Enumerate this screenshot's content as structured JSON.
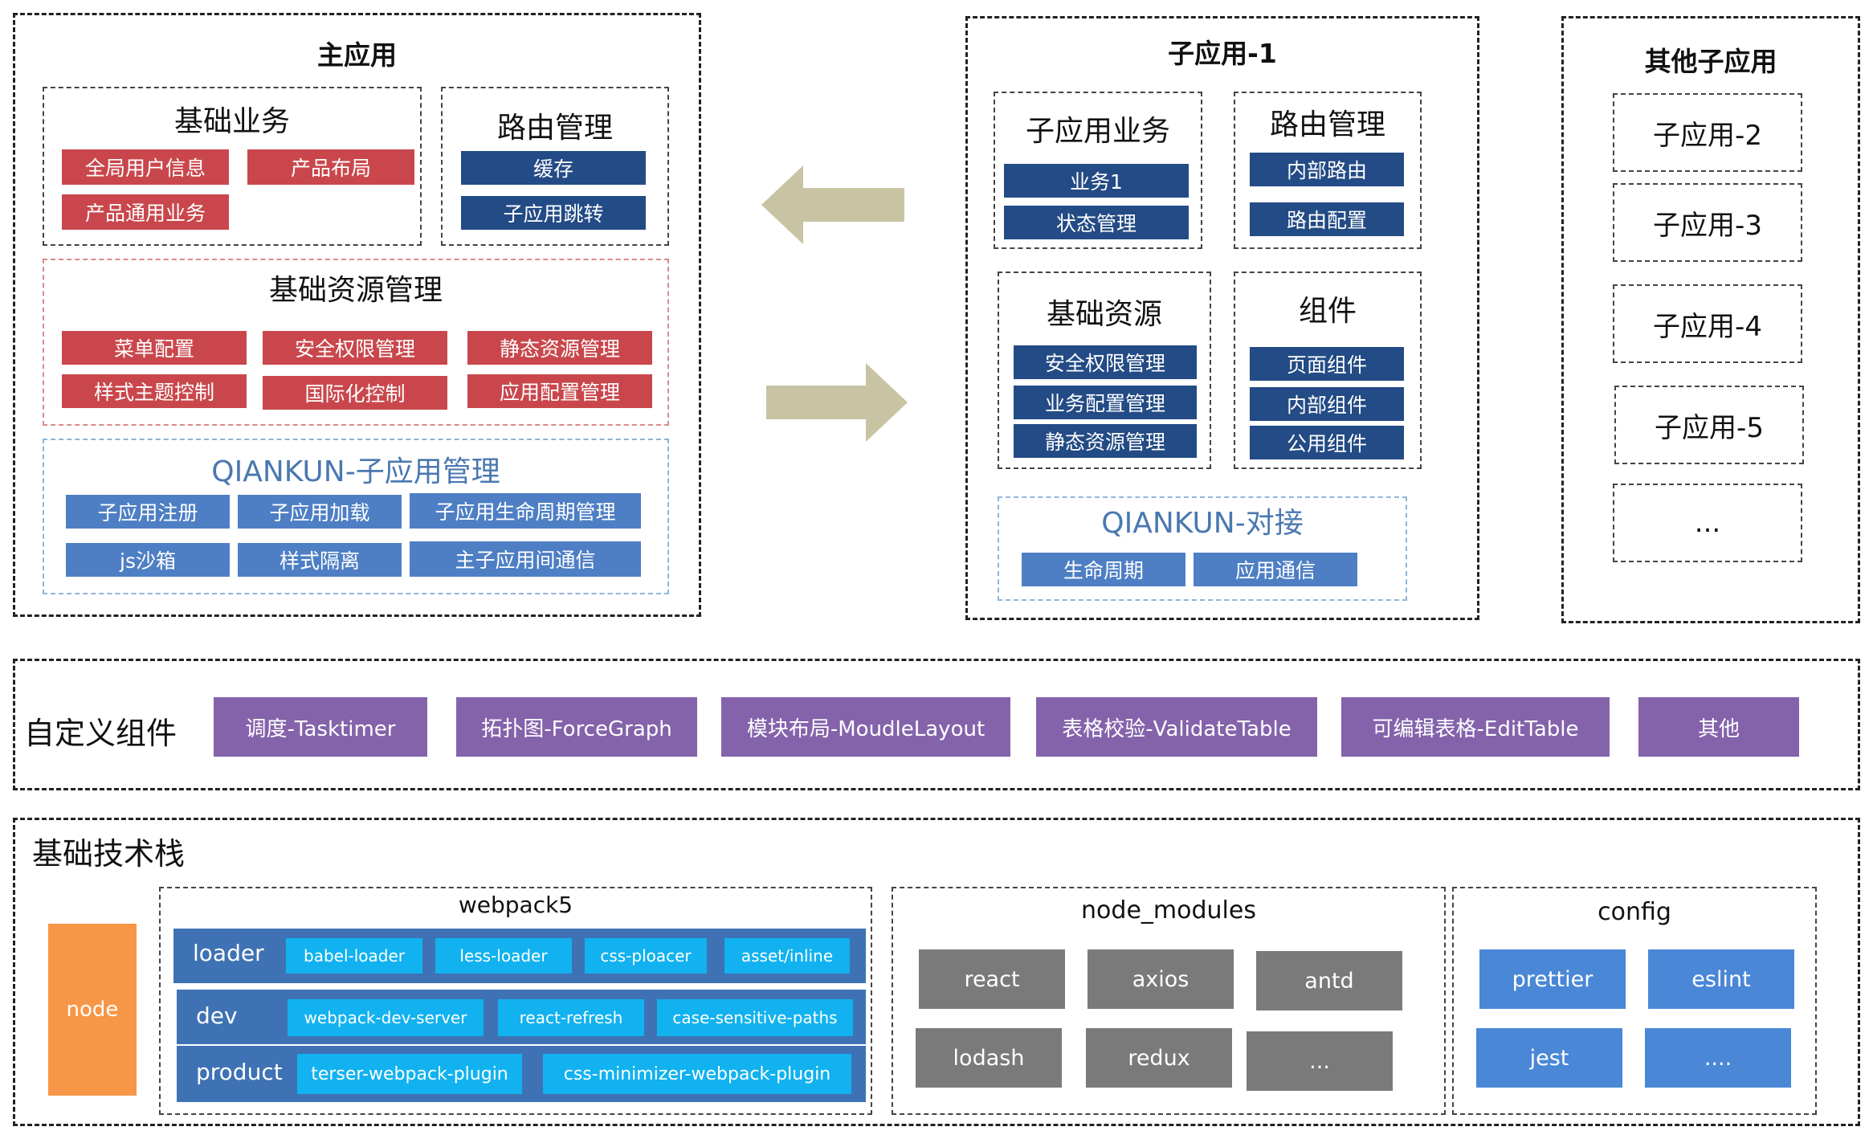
{
  "main_app": {
    "title": "主应用",
    "basic_business": {
      "title": "基础业务",
      "items": [
        "全局用户信息",
        "产品布局",
        "产品通用业务"
      ]
    },
    "routing": {
      "title": "路由管理",
      "items": [
        "缓存",
        "子应用跳转"
      ]
    },
    "resources": {
      "title": "基础资源管理",
      "items": [
        "菜单配置",
        "安全权限管理",
        "静态资源管理",
        "样式主题控制",
        "国际化控制",
        "应用配置管理"
      ]
    },
    "qiankun": {
      "title": "QIANKUN-子应用管理",
      "items": [
        "子应用注册",
        "子应用加载",
        "子应用生命周期管理",
        "js沙箱",
        "样式隔离",
        "主子应用间通信"
      ]
    }
  },
  "sub_app": {
    "title": "子应用-1",
    "business": {
      "title": "子应用业务",
      "items": [
        "业务1",
        "状态管理"
      ]
    },
    "routing": {
      "title": "路由管理",
      "items": [
        "内部路由",
        "路由配置"
      ]
    },
    "resources": {
      "title": "基础资源",
      "items": [
        "安全权限管理",
        "业务配置管理",
        "静态资源管理"
      ]
    },
    "components": {
      "title": "组件",
      "items": [
        "页面组件",
        "内部组件",
        "公用组件"
      ]
    },
    "qiankun": {
      "title": "QIANKUN-对接",
      "items": [
        "生命周期",
        "应用通信"
      ]
    }
  },
  "other_apps": {
    "title": "其他子应用",
    "items": [
      "子应用-2",
      "子应用-3",
      "子应用-4",
      "子应用-5",
      "..."
    ]
  },
  "custom_components": {
    "title": "自定义组件",
    "items": [
      "调度-Tasktimer",
      "拓扑图-ForceGraph",
      "模块布局-MoudleLayout",
      "表格校验-ValidateTable",
      "可编辑表格-EditTable",
      "其他"
    ]
  },
  "tech_stack": {
    "title": "基础技术栈",
    "node": "node",
    "webpack": {
      "title": "webpack5",
      "rows": [
        {
          "label": "loader",
          "items": [
            "babel-loader",
            "less-loader",
            "css-ploacer",
            "asset/inline"
          ]
        },
        {
          "label": "dev",
          "items": [
            "webpack-dev-server",
            "react-refresh",
            "case-sensitive-paths"
          ]
        },
        {
          "label": "product",
          "items": [
            "terser-webpack-plugin",
            "css-minimizer-webpack-plugin"
          ]
        }
      ]
    },
    "node_modules": {
      "title": "node_modules",
      "items": [
        "react",
        "axios",
        "antd",
        "lodash",
        "redux",
        "..."
      ]
    },
    "config": {
      "title": "config",
      "items": [
        "prettier",
        "eslint",
        "jest",
        "...."
      ]
    }
  },
  "colors": {
    "red_chip": "#c9474c",
    "navy_chip": "#234b85",
    "steel_chip": "#4e7fc4",
    "purple_chip": "#8463ab",
    "gray_chip": "#7a7a7a",
    "blue_chip": "#4a87d6",
    "cyan_chip": "#11b2ef",
    "node": "#f79646",
    "arrow": "#c8c3a2",
    "qiankun_title": "#4a78b0"
  }
}
